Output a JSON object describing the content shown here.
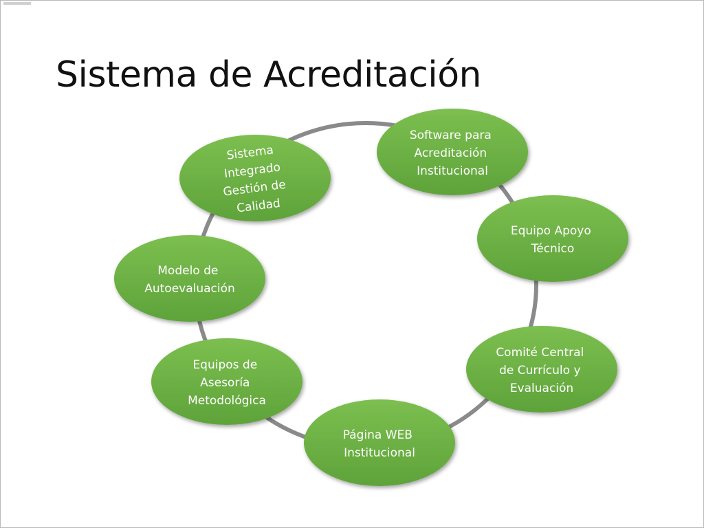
{
  "slide": {
    "title": "Sistema de Acreditación"
  },
  "colors": {
    "node_fill_top": "#7cbf50",
    "node_fill_bottom": "#5ea33a",
    "ring_stroke": "#8a8a8a",
    "text": "#ffffff"
  },
  "nodes": [
    {
      "label_lines": [
        "Software para",
        "Acreditación",
        "Institucional"
      ]
    },
    {
      "label_lines": [
        "Equipo Apoyo",
        "Técnico"
      ]
    },
    {
      "label_lines": [
        "Comité Central",
        "de Currículo y",
        "Evaluación"
      ]
    },
    {
      "label_lines": [
        "Página WEB",
        "Institucional"
      ]
    },
    {
      "label_lines": [
        "Equipos de",
        "Asesoría",
        "Metodológica"
      ]
    },
    {
      "label_lines": [
        "Modelo de",
        "Autoevaluación"
      ]
    },
    {
      "label_lines": [
        "Sistema",
        "Integrado",
        "Gestión de",
        "Calidad"
      ]
    }
  ]
}
